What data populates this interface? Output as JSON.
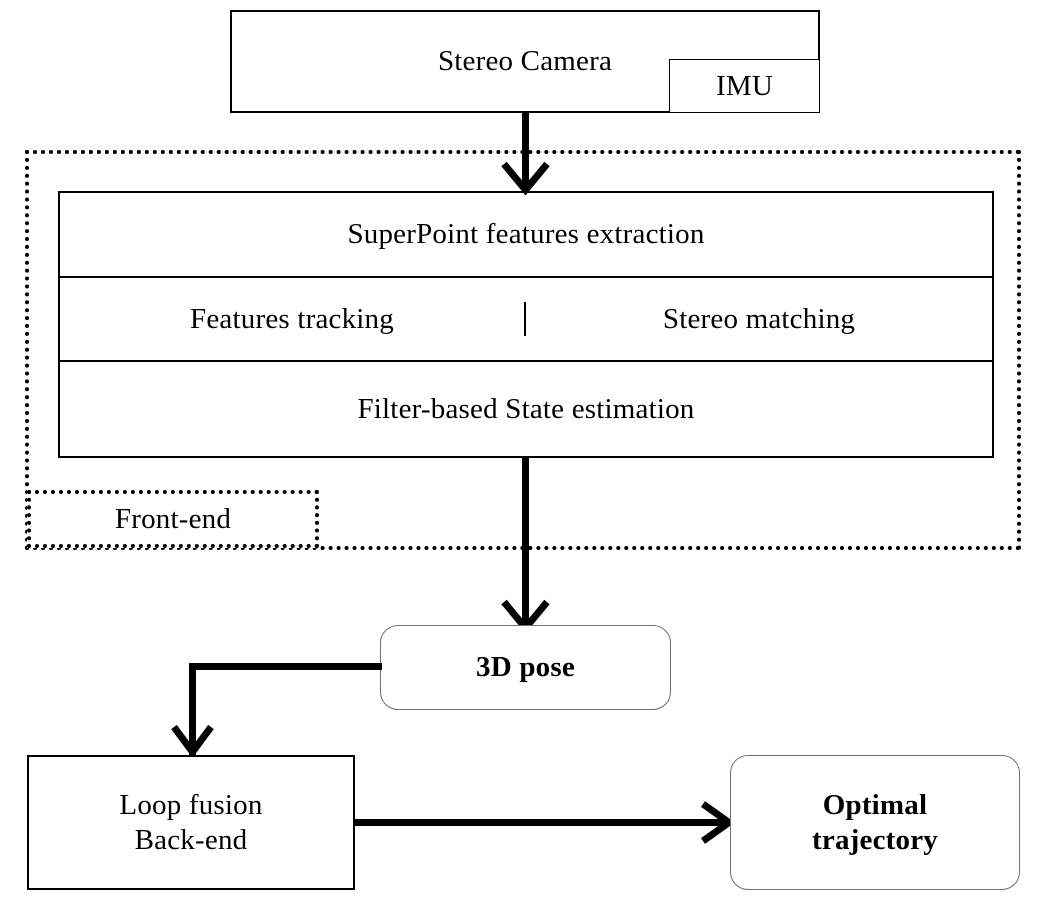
{
  "diagram": {
    "title": "Stereo visual-inertial SLAM pipeline",
    "colors": {
      "line": "#000000",
      "rounded_border": "#6f6f6f",
      "background": "#ffffff"
    },
    "nodes": {
      "stereo_camera": {
        "label": "Stereo Camera"
      },
      "imu": {
        "label": "IMU"
      },
      "superpoint": {
        "label": "SuperPoint features extraction"
      },
      "features_tracking": {
        "label": "Features tracking"
      },
      "stereo_matching": {
        "label": "Stereo matching"
      },
      "state_estimation": {
        "label": "Filter-based State estimation"
      },
      "front_end": {
        "label": "Front-end"
      },
      "pose_3d": {
        "label": "3D pose"
      },
      "loop_fusion": {
        "label": "Loop fusion\nBack-end"
      },
      "optimal_trajectory": {
        "label": "Optimal\ntrajectory"
      }
    },
    "edges": [
      {
        "name": "camera-to-superpoint",
        "from": "stereo_camera",
        "to": "superpoint",
        "style": "solid-arrow-down"
      },
      {
        "name": "state-estimation-to-pose",
        "from": "state_estimation",
        "to": "pose_3d",
        "style": "solid-arrow-down"
      },
      {
        "name": "pose-to-loop-fusion",
        "from": "pose_3d",
        "to": "loop_fusion",
        "style": "elbow-arrow-left-down"
      },
      {
        "name": "loop-fusion-to-trajectory",
        "from": "loop_fusion",
        "to": "optimal_trajectory",
        "style": "solid-arrow-right"
      }
    ]
  }
}
